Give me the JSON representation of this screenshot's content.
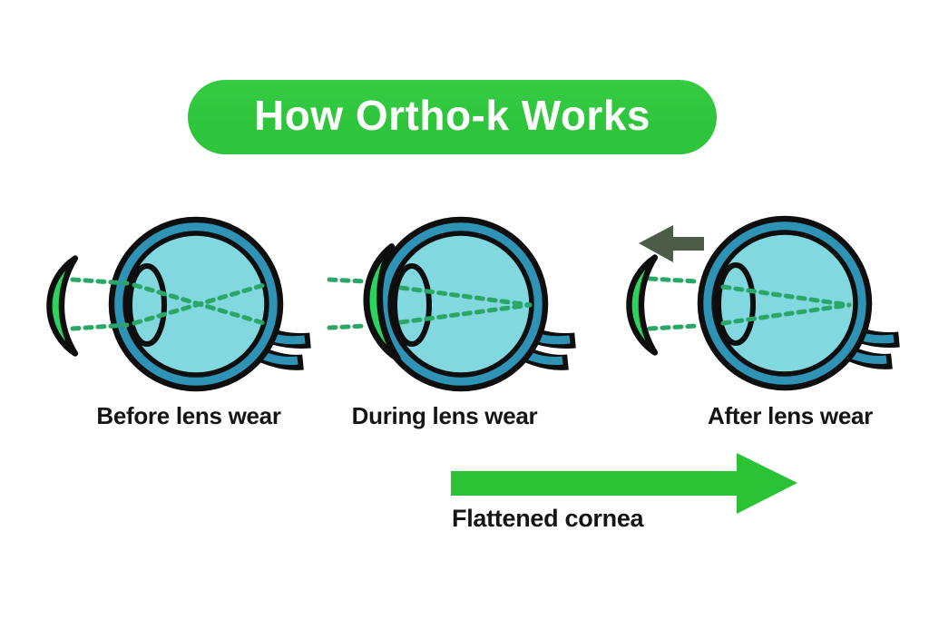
{
  "title_banner": {
    "text": "How Ortho-k Works"
  },
  "stages": [
    {
      "id": "before",
      "label": "Before lens wear"
    },
    {
      "id": "during",
      "label": "During lens wear"
    },
    {
      "id": "after",
      "label": "After lens wear"
    }
  ],
  "flow_arrow": {
    "label": "Flattened cornea",
    "direction": "right"
  },
  "removal_arrow": {
    "direction": "left"
  },
  "colors": {
    "banner_green": "#2ec43c",
    "arrow_green": "#2bc235",
    "ray_green": "#2aa766",
    "lens_green": "#2ad45e",
    "eye_ring": "#2f93b5",
    "eye_fill": "#82d8df",
    "outline": "#0e0e0e",
    "removal_arrow_color": "#4d5c49",
    "label_text": "#151515",
    "title_text": "#ffffff",
    "background": "#ffffff"
  }
}
